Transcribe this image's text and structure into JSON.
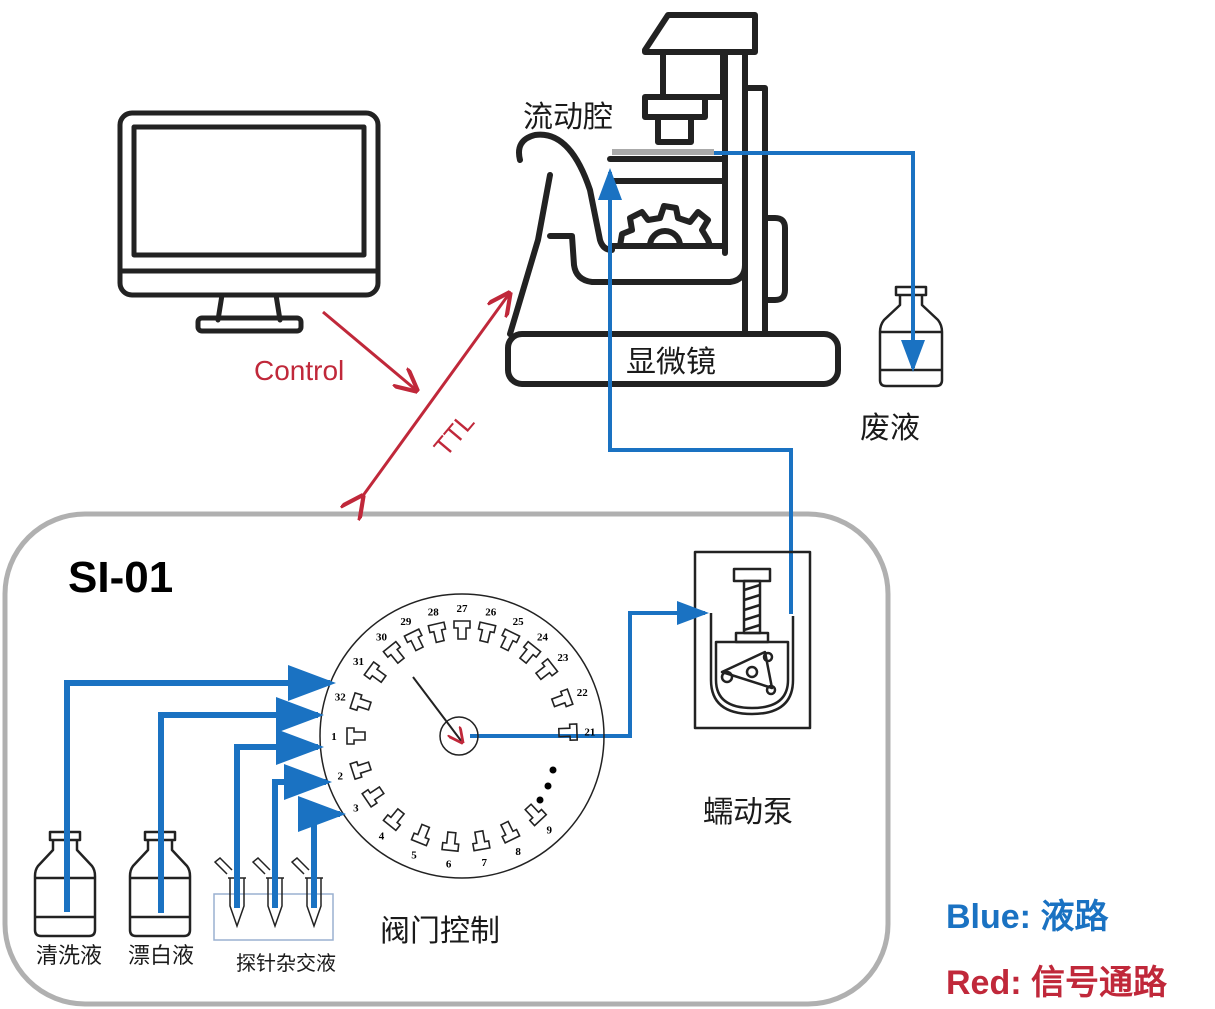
{
  "system": {
    "title": "SI-01",
    "valve_label": "阀门控制",
    "pump_label": "蠕动泵"
  },
  "devices": {
    "microscope_label": "显微镜",
    "flow_cell_label": "流动腔",
    "waste_label": "废液"
  },
  "signals": {
    "control_label": "Control",
    "ttl_label": "TTL"
  },
  "reagents": [
    {
      "label": "清洗液",
      "port": "31"
    },
    {
      "label": "漂白液",
      "port": "32"
    },
    {
      "label": "探针杂交液",
      "ports": [
        "1",
        "2",
        "3"
      ]
    }
  ],
  "valve_ports": {
    "visible": [
      "27",
      "26",
      "25",
      "24",
      "23",
      "22",
      "21",
      "28",
      "29",
      "30",
      "31",
      "32",
      "1",
      "2",
      "3",
      "4",
      "5",
      "6",
      "7",
      "8",
      "9"
    ],
    "ellipsis": "…"
  },
  "legend": {
    "blue_label": "Blue: 液路",
    "red_label": "Red: 信号通路"
  },
  "colors": {
    "fluid_path": "#1a72c2",
    "signal_path": "#c0283a",
    "system_border": "#b0b0b0"
  }
}
